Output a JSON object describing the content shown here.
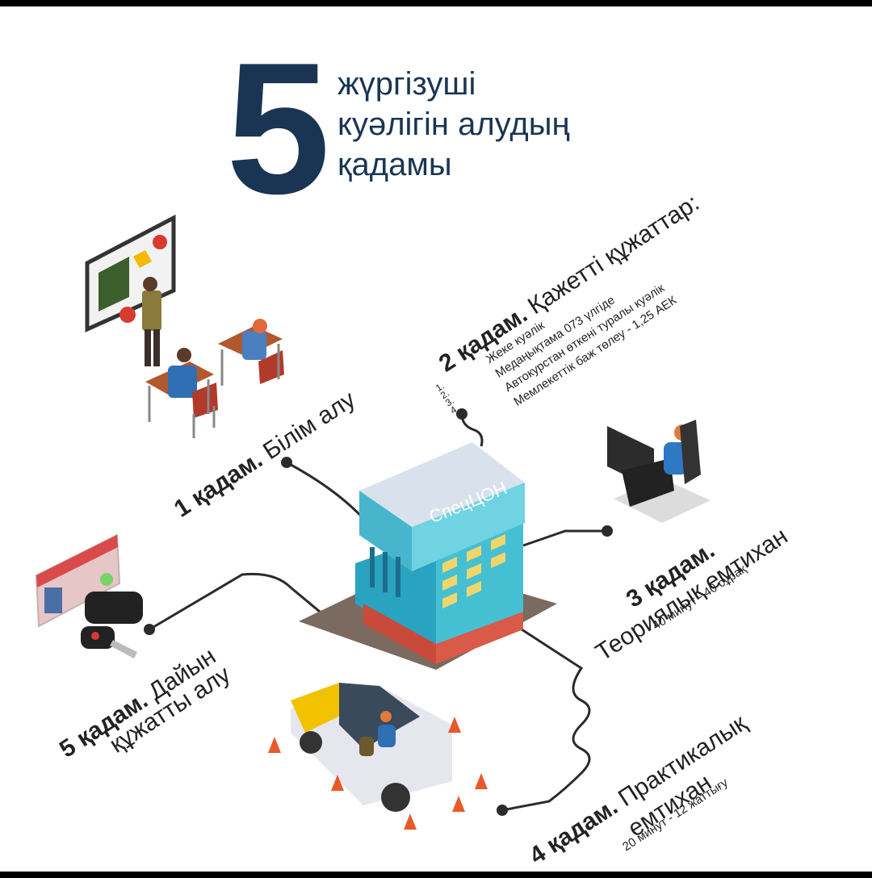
{
  "title": {
    "number": "5",
    "lines": [
      "жүргізуші",
      "куәлігін алудың",
      "қадамы"
    ]
  },
  "steps": {
    "s1": {
      "bold": "1 қадам.",
      "text": " Білім алу"
    },
    "s2": {
      "bold": "2 қадам.",
      "text": " Қажетті құжаттар:",
      "numbers": [
        "1.",
        "2.",
        "3.",
        "4."
      ],
      "items": [
        "Жеке куәлік",
        "Медаңықтама 073 үлгіде",
        "Автокурстан өткені туралы куәлік",
        "Мемлекеттік баж төлеу - 1,25 АЕК"
      ]
    },
    "s3": {
      "bold": "3 қадам.",
      "text": "Теориялық емтихан",
      "sub": "40 минут - 40 сұрақ"
    },
    "s4": {
      "bold": "4 қадам.",
      "text": " Практикалық",
      "text2": "емтихан",
      "sub": "20 минут - 12 жаттығу"
    },
    "s5": {
      "bold": "5 қадам.",
      "text": " Дайын",
      "text2": "құжатты алу"
    }
  },
  "building": {
    "sign": "СпецЦОН"
  },
  "colors": {
    "navy": "#1a3553",
    "teal": "#3fb6c9",
    "line": "#2b2b2b"
  }
}
